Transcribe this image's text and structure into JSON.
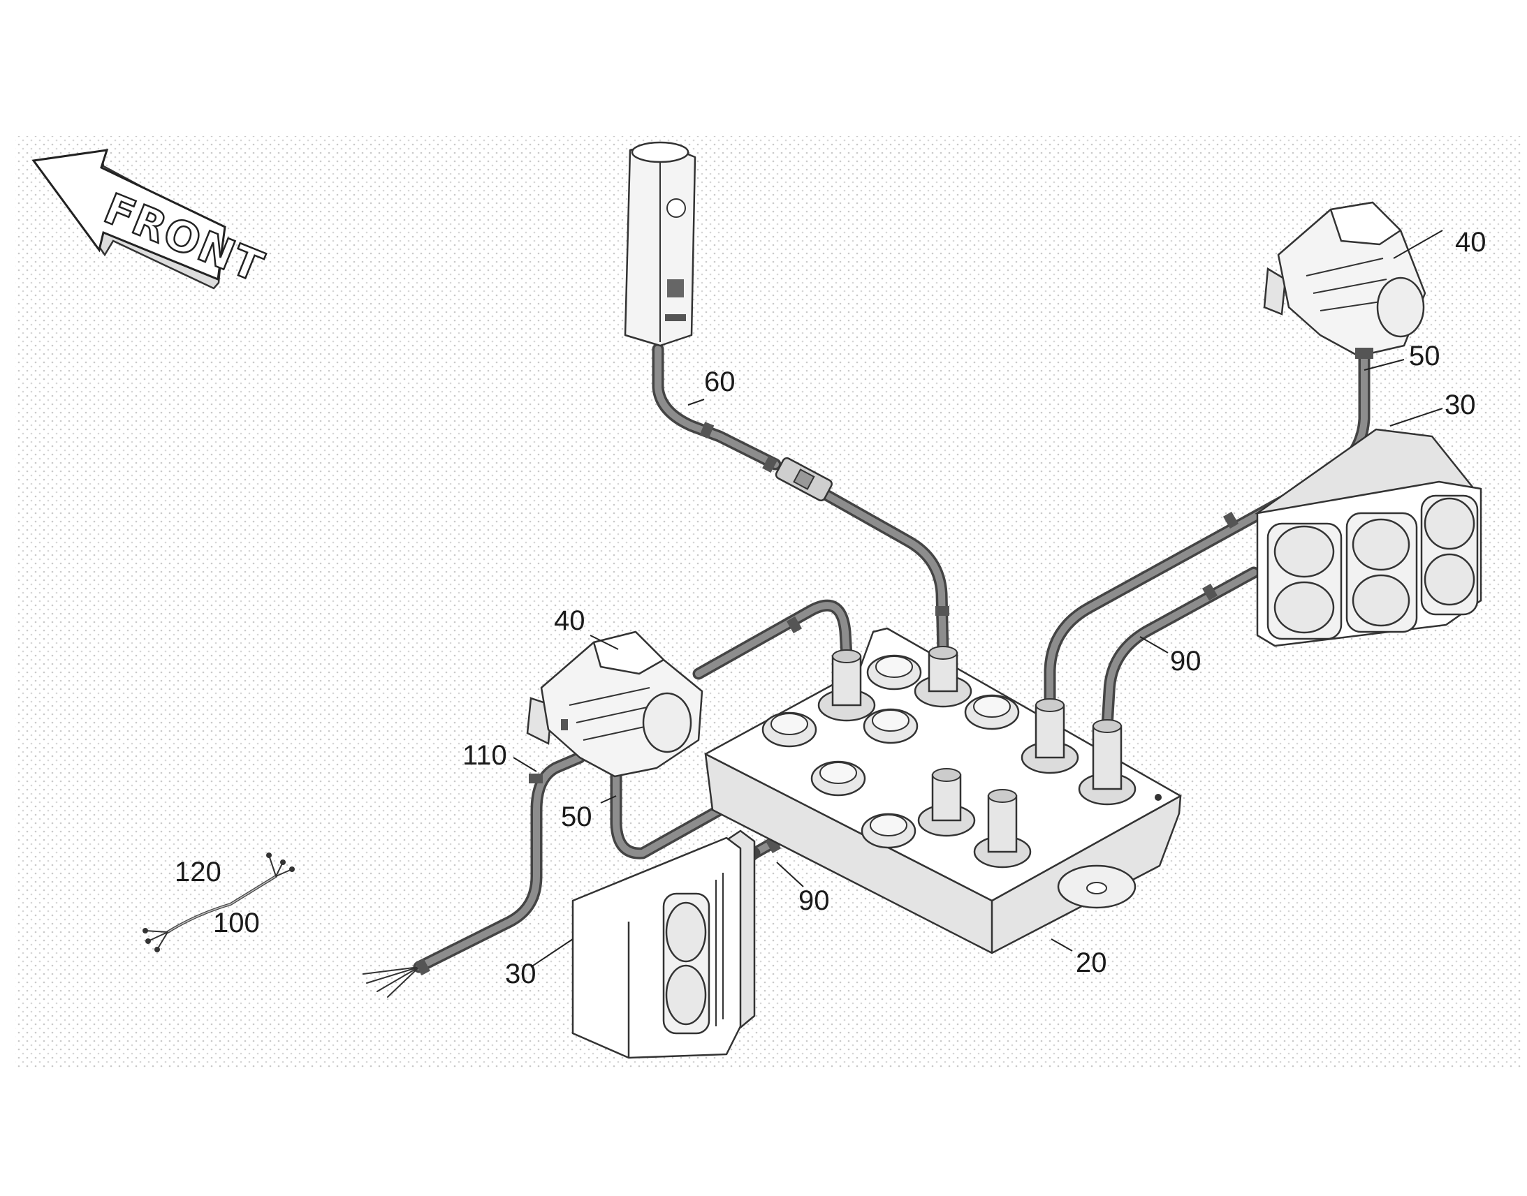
{
  "figure": {
    "direction_label": "FRONT",
    "reference_numerals": {
      "junction_box": "20",
      "rear_lamp_right": "30",
      "rear_lamp_left": "30",
      "side_marker_right": "40",
      "side_marker_left": "40",
      "marker_cable_right": "50",
      "marker_cable_left": "50",
      "sensor_cable": "60",
      "lamp_cable_right": "90",
      "lamp_cable_left": "90",
      "loose_harness_a": "120",
      "loose_harness_b": "100",
      "supply_cable": "110"
    }
  }
}
